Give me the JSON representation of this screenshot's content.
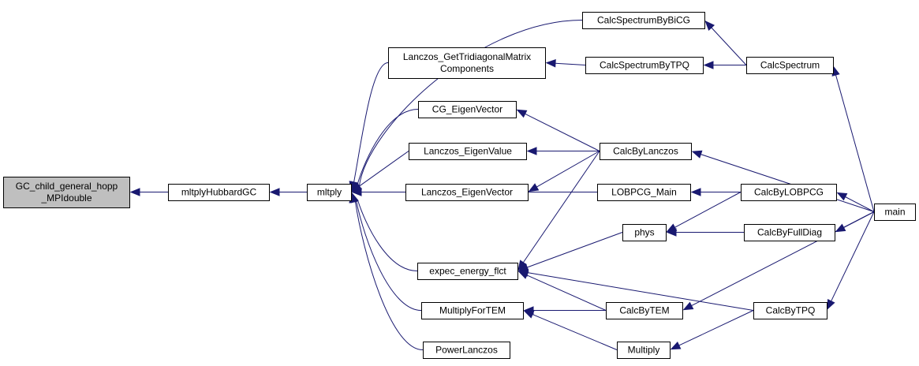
{
  "diagram": {
    "nodes": [
      {
        "id": "gc",
        "lines": [
          "GC_child_general_hopp",
          "_MPIdouble"
        ],
        "root": true
      },
      {
        "id": "mhub",
        "lines": [
          "mltplyHubbardGC"
        ]
      },
      {
        "id": "mltply",
        "lines": [
          "mltply"
        ]
      },
      {
        "id": "bicg",
        "lines": [
          "CalcSpectrumByBiCG"
        ]
      },
      {
        "id": "lgtm",
        "lines": [
          "Lanczos_GetTridiagonalMatrix",
          "Components"
        ]
      },
      {
        "id": "tpq",
        "lines": [
          "CalcSpectrumByTPQ"
        ]
      },
      {
        "id": "spec",
        "lines": [
          "CalcSpectrum"
        ]
      },
      {
        "id": "cgev",
        "lines": [
          "CG_EigenVector"
        ]
      },
      {
        "id": "lev",
        "lines": [
          "Lanczos_EigenValue"
        ]
      },
      {
        "id": "cblanczos",
        "lines": [
          "CalcByLanczos"
        ]
      },
      {
        "id": "levec",
        "lines": [
          "Lanczos_EigenVector"
        ]
      },
      {
        "id": "lobmain",
        "lines": [
          "LOBPCG_Main"
        ]
      },
      {
        "id": "cblob",
        "lines": [
          "CalcByLOBPCG"
        ]
      },
      {
        "id": "main",
        "lines": [
          "main"
        ]
      },
      {
        "id": "phys",
        "lines": [
          "phys"
        ]
      },
      {
        "id": "cbfd",
        "lines": [
          "CalcByFullDiag"
        ]
      },
      {
        "id": "eef",
        "lines": [
          "expec_energy_flct"
        ]
      },
      {
        "id": "mftem",
        "lines": [
          "MultiplyForTEM"
        ]
      },
      {
        "id": "cbtem",
        "lines": [
          "CalcByTEM"
        ]
      },
      {
        "id": "cbtpq",
        "lines": [
          "CalcByTPQ"
        ]
      },
      {
        "id": "mult",
        "lines": [
          "Multiply"
        ]
      },
      {
        "id": "pl",
        "lines": [
          "PowerLanczos"
        ]
      }
    ],
    "edges": [
      {
        "from": "mhub",
        "to": "gc"
      },
      {
        "from": "mltply",
        "to": "mhub"
      },
      {
        "from": "bicg",
        "to": "mltply"
      },
      {
        "from": "lgtm",
        "to": "mltply"
      },
      {
        "from": "cgev",
        "to": "mltply"
      },
      {
        "from": "lev",
        "to": "mltply"
      },
      {
        "from": "levec",
        "to": "mltply"
      },
      {
        "from": "lobmain",
        "to": "mltply"
      },
      {
        "from": "eef",
        "to": "mltply"
      },
      {
        "from": "mftem",
        "to": "mltply"
      },
      {
        "from": "pl",
        "to": "mltply"
      },
      {
        "from": "spec",
        "to": "bicg"
      },
      {
        "from": "tpq",
        "to": "lgtm"
      },
      {
        "from": "spec",
        "to": "tpq"
      },
      {
        "from": "main",
        "to": "spec"
      },
      {
        "from": "cblanczos",
        "to": "cgev"
      },
      {
        "from": "cblanczos",
        "to": "lev"
      },
      {
        "from": "cblanczos",
        "to": "levec"
      },
      {
        "from": "main",
        "to": "cblanczos"
      },
      {
        "from": "cblanczos",
        "to": "eef"
      },
      {
        "from": "cblob",
        "to": "lobmain"
      },
      {
        "from": "main",
        "to": "cblob"
      },
      {
        "from": "cblob",
        "to": "phys"
      },
      {
        "from": "cbfd",
        "to": "phys"
      },
      {
        "from": "main",
        "to": "cbfd"
      },
      {
        "from": "phys",
        "to": "eef"
      },
      {
        "from": "cbtem",
        "to": "eef"
      },
      {
        "from": "cbtpq",
        "to": "eef"
      },
      {
        "from": "main",
        "to": "cbtem"
      },
      {
        "from": "main",
        "to": "cbtpq"
      },
      {
        "from": "cbtem",
        "to": "mftem"
      },
      {
        "from": "mult",
        "to": "mftem"
      },
      {
        "from": "cbtpq",
        "to": "mult"
      }
    ]
  },
  "colors": {
    "edge": "#191970",
    "node_fill": "#ffffff",
    "root_fill": "#bfbfbf",
    "border": "#000000"
  }
}
